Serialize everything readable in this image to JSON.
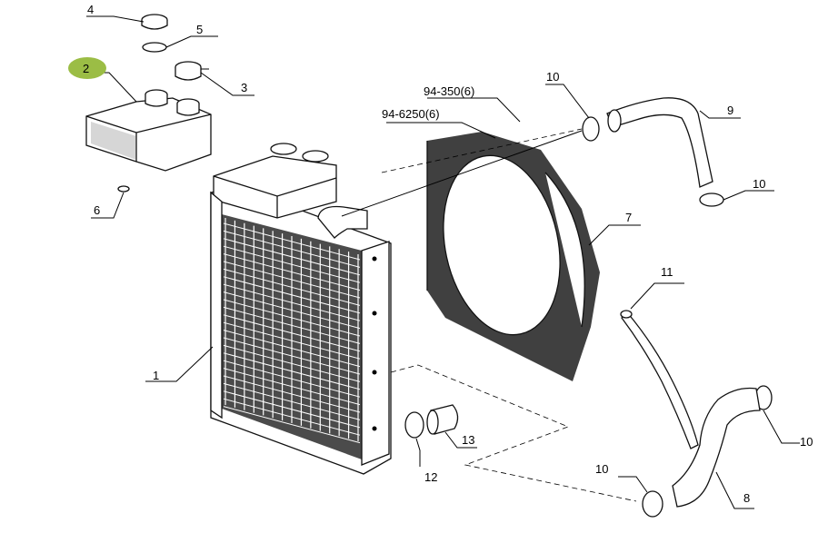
{
  "diagram": {
    "callouts": [
      {
        "id": "c1",
        "text": "1"
      },
      {
        "id": "c2",
        "text": "2",
        "highlight": "#9bbd45"
      },
      {
        "id": "c3",
        "text": "3"
      },
      {
        "id": "c4",
        "text": "4"
      },
      {
        "id": "c5",
        "text": "5"
      },
      {
        "id": "c6",
        "text": "6"
      },
      {
        "id": "c7",
        "text": "7"
      },
      {
        "id": "c8",
        "text": "8"
      },
      {
        "id": "c9",
        "text": "9"
      },
      {
        "id": "c10a",
        "text": "10"
      },
      {
        "id": "c10b",
        "text": "10"
      },
      {
        "id": "c10c",
        "text": "10"
      },
      {
        "id": "c10d",
        "text": "10"
      },
      {
        "id": "c11",
        "text": "11"
      },
      {
        "id": "c12",
        "text": "12"
      },
      {
        "id": "c13",
        "text": "13"
      }
    ],
    "refs": {
      "ref1": "94-350(6)",
      "ref2": "94-6250(6)"
    }
  }
}
